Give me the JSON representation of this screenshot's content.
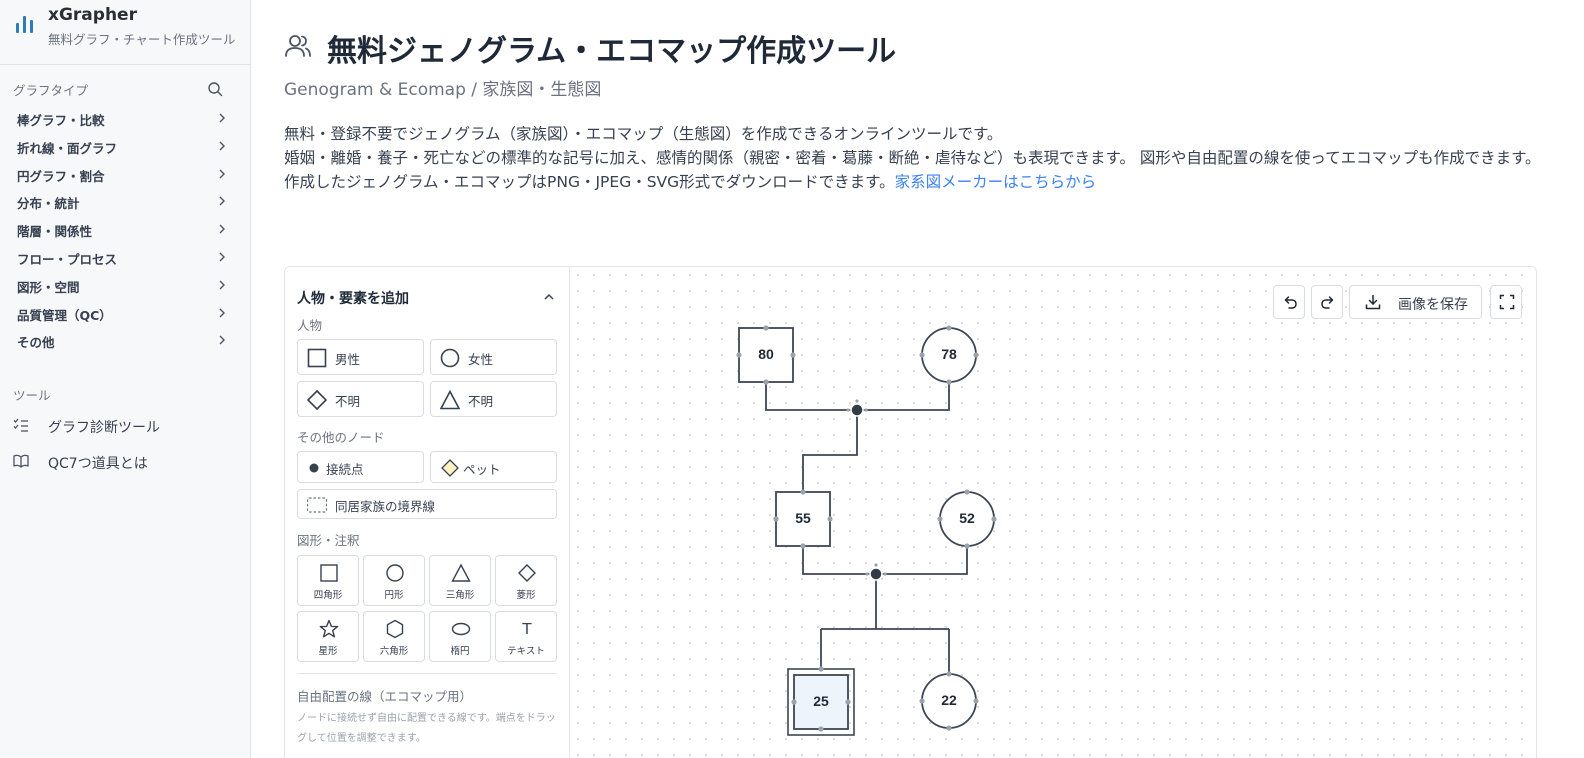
{
  "brand": {
    "name": "xGrapher",
    "subtitle": "無料グラフ・チャート作成ツール"
  },
  "sidebar": {
    "section_label": "グラフタイプ",
    "categories": [
      {
        "label": "棒グラフ・比較"
      },
      {
        "label": "折れ線・面グラフ"
      },
      {
        "label": "円グラフ・割合"
      },
      {
        "label": "分布・統計"
      },
      {
        "label": "階層・関係性"
      },
      {
        "label": "フロー・プロセス"
      },
      {
        "label": "図形・空間"
      },
      {
        "label": "品質管理（QC）"
      },
      {
        "label": "その他"
      }
    ],
    "tools_label": "ツール",
    "tools": [
      {
        "label": "グラフ診断ツール",
        "icon": "checklist-icon"
      },
      {
        "label": "QC7つ道具とは",
        "icon": "book-icon"
      }
    ]
  },
  "page": {
    "title": "無料ジェノグラム・エコマップ作成ツール",
    "subtitle": "Genogram & Ecomap / 家族図・生態図",
    "desc_line1": "無料・登録不要でジェノグラム（家族図）・エコマップ（生態図）を作成できるオンラインツールです。",
    "desc_line2": "婚姻・離婚・養子・死亡などの標準的な記号に加え、感情的関係（親密・密着・葛藤・断絶・虐待など）も表現できます。 図形や自由配置の線を使ってエコマップも作成できます。",
    "desc_line3": "作成したジェノグラム・エコマップはPNG・JPEG・SVG形式でダウンロードできます。",
    "desc_link": "家系図メーカーはこちらから"
  },
  "panel": {
    "title": "人物・要素を追加",
    "persons_label": "人物",
    "male": "男性",
    "female": "女性",
    "unknown1": "不明",
    "unknown2": "不明",
    "other_nodes_label": "その他のノード",
    "junction": "接続点",
    "pet": "ペット",
    "household": "同居家族の境界線",
    "shapes_label": "図形・注釈",
    "shapes": [
      {
        "label": "四角形",
        "icon": "square-icon"
      },
      {
        "label": "円形",
        "icon": "circle-icon"
      },
      {
        "label": "三角形",
        "icon": "triangle-icon"
      },
      {
        "label": "菱形",
        "icon": "diamond-icon"
      },
      {
        "label": "星形",
        "icon": "star-icon"
      },
      {
        "label": "六角形",
        "icon": "hexagon-icon"
      },
      {
        "label": "楕円",
        "icon": "ellipse-icon"
      },
      {
        "label": "テキスト",
        "icon": "text-icon",
        "glyph": "T"
      }
    ],
    "free_lines_title": "自由配置の線（エコマップ用）",
    "free_lines_desc": "ノードに接続せず自由に配置できる線です。端点をドラッグして位置を調整できます。"
  },
  "toolbar": {
    "save_label": "画像を保存"
  },
  "genogram": {
    "nodes": [
      {
        "id": "grandfather",
        "shape": "square",
        "age": "80"
      },
      {
        "id": "grandmother",
        "shape": "circle",
        "age": "78"
      },
      {
        "id": "father",
        "shape": "square",
        "age": "55"
      },
      {
        "id": "mother",
        "shape": "circle",
        "age": "52"
      },
      {
        "id": "son",
        "shape": "square",
        "age": "25",
        "selected": true
      },
      {
        "id": "daughter",
        "shape": "circle",
        "age": "22"
      }
    ]
  }
}
